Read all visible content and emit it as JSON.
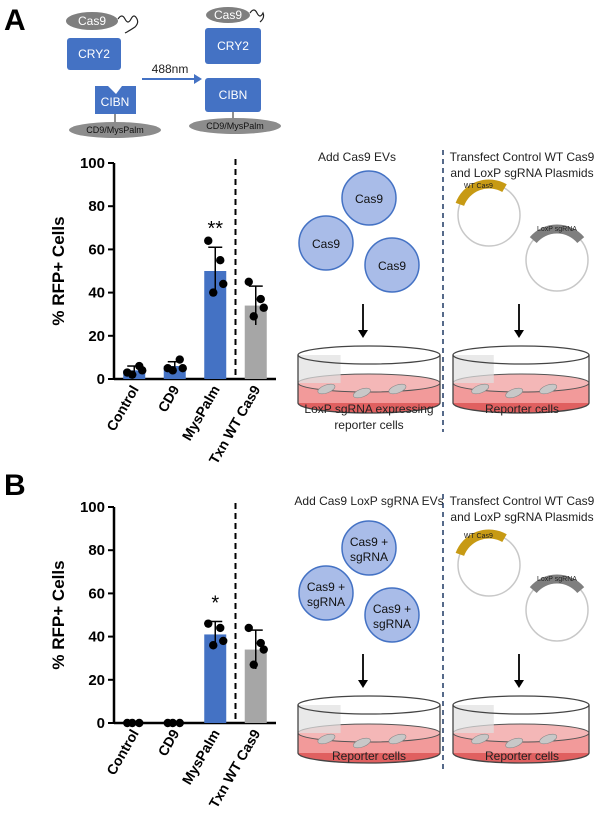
{
  "panels": [
    {
      "letter": "A",
      "schematic": {
        "cas9": "Cas9",
        "cry2": "CRY2",
        "cibn": "CIBN",
        "anchor": "CD9/MysPalm",
        "light": "488nm"
      },
      "diagram": {
        "left_title": "Add Cas9 EVs",
        "right_title_1": "Transfect Control WT Cas9",
        "right_title_2": "and LoxP sgRNA Plasmids",
        "ev_line1": "Cas9",
        "ev_line2": "",
        "plasmid_1": "WT Cas9",
        "plasmid_2": "LoxP sgRNA",
        "left_caption_1": "LoxP sgRNA expressing",
        "left_caption_2": "reporter cells",
        "right_caption_1": "Reporter cells"
      }
    },
    {
      "letter": "B",
      "diagram": {
        "left_title": "Add Cas9 LoxP sgRNA EVs",
        "right_title_1": "Transfect Control WT Cas9",
        "right_title_2": "and LoxP sgRNA Plasmids",
        "ev_line1": "Cas9 +",
        "ev_line2": "sgRNA",
        "plasmid_1": "WT Cas9",
        "plasmid_2": "LoxP sgRNA",
        "left_caption_1": "Reporter cells",
        "left_caption_2": "",
        "right_caption_1": "Reporter cells"
      }
    }
  ],
  "chart_data": [
    {
      "type": "bar",
      "title": "",
      "xlabel": "",
      "ylabel": "% RFP+ Cells",
      "ylim": [
        0,
        100
      ],
      "yticks": [
        "0",
        "20",
        "40",
        "60",
        "80",
        "100"
      ],
      "categories": [
        "Control",
        "CD9",
        "MysPalm",
        "Txn WT Cas9"
      ],
      "values": [
        4,
        6,
        50,
        34
      ],
      "errors": [
        2,
        2,
        11,
        9
      ],
      "points": [
        [
          3,
          6,
          2,
          4
        ],
        [
          5,
          9,
          4,
          5
        ],
        [
          64,
          55,
          40,
          44
        ],
        [
          45,
          37,
          29,
          33
        ]
      ],
      "colors": [
        "#4472c4",
        "#4472c4",
        "#4472c4",
        "#a6a6a6"
      ],
      "significance": [
        "",
        "",
        "**",
        ""
      ],
      "divider_after_category": 2,
      "grid": false
    },
    {
      "type": "bar",
      "title": "",
      "xlabel": "",
      "ylabel": "% RFP+ Cells",
      "ylim": [
        0,
        100
      ],
      "yticks": [
        "0",
        "20",
        "40",
        "60",
        "80",
        "100"
      ],
      "categories": [
        "Control",
        "CD9",
        "MysPalm",
        "Txn WT Cas9"
      ],
      "values": [
        0,
        0,
        41,
        34
      ],
      "errors": [
        0,
        0,
        6,
        9
      ],
      "points": [
        [
          0,
          0,
          0
        ],
        [
          0,
          0,
          0
        ],
        [
          46,
          44,
          36,
          38
        ],
        [
          44,
          37,
          27,
          34
        ]
      ],
      "colors": [
        "#4472c4",
        "#4472c4",
        "#4472c4",
        "#a6a6a6"
      ],
      "significance": [
        "",
        "",
        "*",
        ""
      ],
      "divider_after_category": 2,
      "grid": false
    }
  ]
}
